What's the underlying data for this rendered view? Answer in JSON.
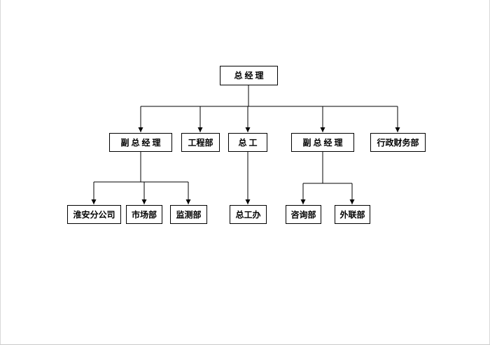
{
  "diagram": {
    "type": "org-chart",
    "nodes": {
      "gm": {
        "label": "总 经 理"
      },
      "dgm1": {
        "label": "副 总 经 理"
      },
      "engineering": {
        "label": "工程部"
      },
      "chief_engineer": {
        "label": "总 工"
      },
      "dgm2": {
        "label": "副 总 经 理"
      },
      "admin_finance": {
        "label": "行政财务部"
      },
      "huaian_branch": {
        "label": "淮安分公司"
      },
      "marketing": {
        "label": "市场部"
      },
      "monitoring": {
        "label": "监测部"
      },
      "chief_engineer_office": {
        "label": "总工办"
      },
      "consulting": {
        "label": "咨询部"
      },
      "external_relations": {
        "label": "外联部"
      }
    }
  }
}
